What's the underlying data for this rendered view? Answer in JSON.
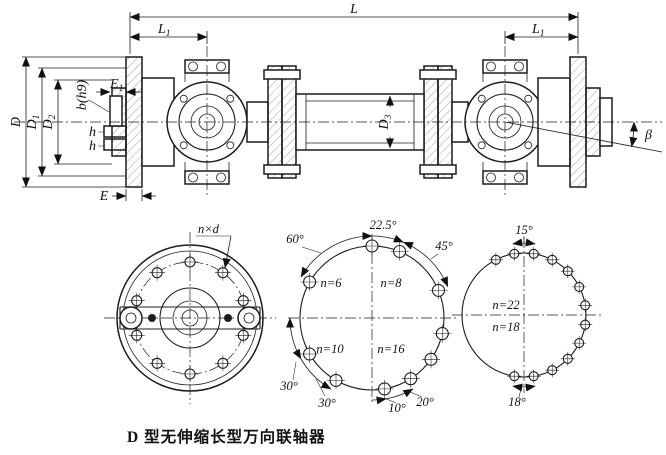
{
  "caption": "D 型无伸缩长型万向联轴器",
  "side_view": {
    "l": "L",
    "l1_base": "L",
    "l1_sub": "1",
    "d": "D",
    "d1_base": "D",
    "d1_sub": "1",
    "d2_base": "D",
    "d2_sub": "2",
    "d3_base": "D",
    "d3_sub": "3",
    "e": "E",
    "e1_base": "E",
    "e1_sub": "1",
    "key_width": "b(h9)",
    "key_h_upper": "h",
    "key_h_lower": "h",
    "beta": "β"
  },
  "front_view": {
    "bolt_callout": "n×d"
  },
  "mid_diagram": {
    "angle_60": "60°",
    "angle_22_5": "22.5°",
    "angle_45": "45°",
    "n_top_left": "n=6",
    "n_top_right": "n=8",
    "n_bottom_left": "n=10",
    "n_bottom_right": "n=16",
    "angle_30_outer": "30°",
    "angle_30_inner": "30°",
    "angle_10": "10°",
    "angle_20": "20°"
  },
  "right_diagram": {
    "angle_15": "15°",
    "n_outer": "n=22",
    "n_inner": "n=18",
    "angle_18": "18°"
  }
}
